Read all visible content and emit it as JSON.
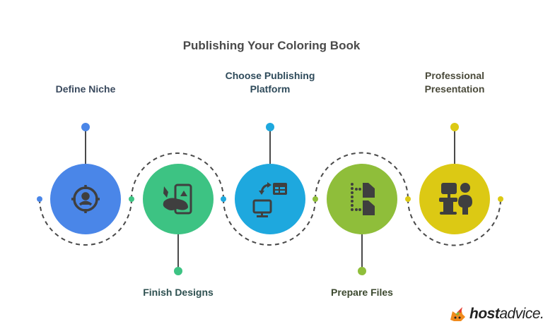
{
  "title": "Publishing Your Coloring Book",
  "steps": [
    {
      "label": "Define Niche",
      "color": "#4a86e8",
      "icon": "target-user-icon",
      "label_position": "top"
    },
    {
      "label": "Finish Designs",
      "color": "#3dc383",
      "icon": "paint-brush-image-icon",
      "label_position": "bottom"
    },
    {
      "label": "Choose Publishing Platform",
      "color": "#1ea8de",
      "icon": "monitor-exchange-icon",
      "label_position": "top"
    },
    {
      "label": "Prepare Files",
      "color": "#8fbe3a",
      "icon": "file-structure-icon",
      "label_position": "bottom"
    },
    {
      "label": "Professional Presentation",
      "color": "#dcc914",
      "icon": "presenter-podium-icon",
      "label_position": "top"
    }
  ],
  "labels": {
    "s1": "Define Niche",
    "s2": "Finish Designs",
    "s3_line1": "Choose Publishing",
    "s3_line2": "Platform",
    "s4": "Prepare Files",
    "s5_line1": "Professional",
    "s5_line2": "Presentation"
  },
  "logo": {
    "bold": "host",
    "regular": "advice."
  }
}
